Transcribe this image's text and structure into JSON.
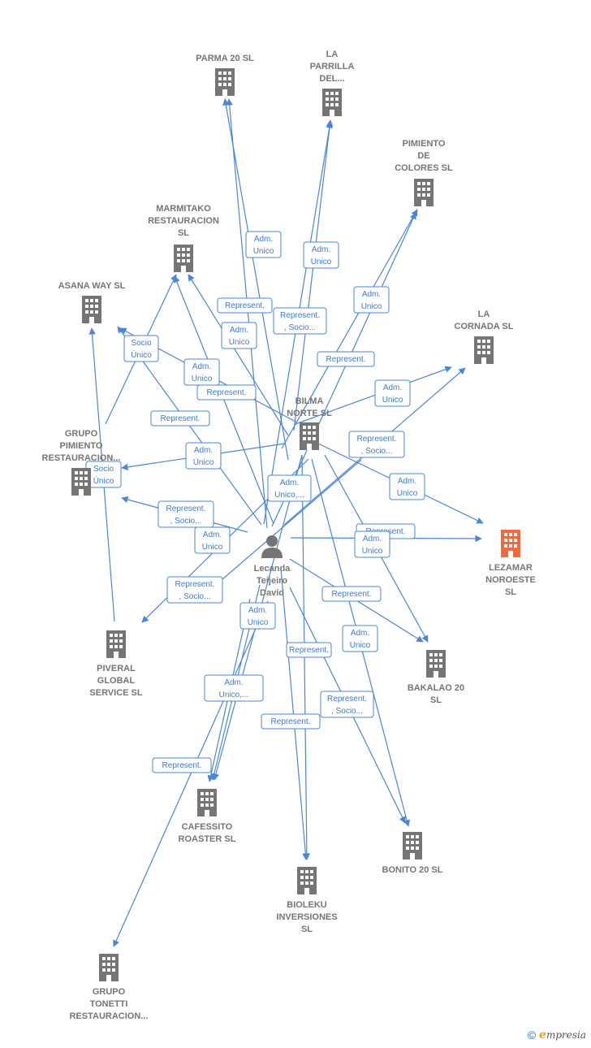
{
  "colors": {
    "node": "#757575",
    "highlight": "#f26a3b",
    "edge": "#4a86d4",
    "label": "#3f7acc"
  },
  "nodes": [
    {
      "id": "parma",
      "type": "company",
      "label": [
        "PARMA 20 SL"
      ]
    },
    {
      "id": "parrilla",
      "type": "company",
      "label": [
        "LA",
        "PARRILLA",
        "DEL..."
      ]
    },
    {
      "id": "pimiento",
      "type": "company",
      "label": [
        "PIMIENTO",
        "DE",
        "COLORES SL"
      ]
    },
    {
      "id": "marmitako",
      "type": "company",
      "label": [
        "MARMITAKO",
        "RESTAURACION",
        "SL"
      ]
    },
    {
      "id": "asana",
      "type": "company",
      "label": [
        "ASANA WAY SL"
      ]
    },
    {
      "id": "cornada",
      "type": "company",
      "label": [
        "LA",
        "CORNADA SL"
      ]
    },
    {
      "id": "bilma",
      "type": "company",
      "label": [
        "BILMA",
        "NORTE SL"
      ]
    },
    {
      "id": "grupo_pim",
      "type": "company",
      "label": [
        "GRUPO",
        "PIMIENTO",
        "RESTAURACION..."
      ]
    },
    {
      "id": "lezamar",
      "type": "company-highlight",
      "label": [
        "LEZAMAR",
        "NOROESTE",
        "SL"
      ]
    },
    {
      "id": "lecanda",
      "type": "person",
      "label": [
        "Lecanda",
        "Teijeiro",
        "David"
      ]
    },
    {
      "id": "piveral",
      "type": "company",
      "label": [
        "PIVERAL",
        "GLOBAL",
        "SERVICE SL"
      ]
    },
    {
      "id": "bakalao",
      "type": "company",
      "label": [
        "BAKALAO 20",
        "SL"
      ]
    },
    {
      "id": "cafessito",
      "type": "company",
      "label": [
        "CAFESSITO",
        "ROASTER SL"
      ]
    },
    {
      "id": "bonito",
      "type": "company",
      "label": [
        "BONITO 20 SL"
      ]
    },
    {
      "id": "bioleku",
      "type": "company",
      "label": [
        "BIOLEKU",
        "INVERSIONES",
        "SL"
      ]
    },
    {
      "id": "tonetti",
      "type": "company",
      "label": [
        "GRUPO",
        "TONETTI",
        "RESTAURACION..."
      ]
    }
  ],
  "edge_labels": [
    [
      "Adm.",
      "Unico"
    ],
    [
      "Adm.",
      "Unico"
    ],
    [
      "Adm.",
      "Unico"
    ],
    [
      "Represent."
    ],
    [
      "Represent.",
      ", Socio..."
    ],
    [
      "Socio",
      "Único"
    ],
    [
      "Adm.",
      "Unico"
    ],
    [
      "Adm.",
      "Unico"
    ],
    [
      "Represent."
    ],
    [
      "Adm.",
      "Unico"
    ],
    [
      "Represent."
    ],
    [
      "Represent."
    ],
    [
      "Adm.",
      "Unico"
    ],
    [
      "Represent.",
      ", Socio..."
    ],
    [
      "Socio",
      "Único"
    ],
    [
      "Adm.",
      "Unico,..."
    ],
    [
      "Adm.",
      "Unico"
    ],
    [
      "Represent.",
      ", Socio..."
    ],
    [
      "Adm.",
      "Unico"
    ],
    [
      "Represent."
    ],
    [
      "Adm.",
      "Unico"
    ],
    [
      "Represent.",
      ", Socio..."
    ],
    [
      "Represent."
    ],
    [
      "Adm.",
      "Unico"
    ],
    [
      "Adm.",
      "Unico"
    ],
    [
      "Represent."
    ],
    [
      "Adm.",
      "Unico,..."
    ],
    [
      "Represent.",
      ", Socio..."
    ],
    [
      "Represent."
    ],
    [
      "Represent."
    ]
  ],
  "footer": {
    "copyright": "©",
    "brand_initial": "e",
    "brand_rest": "mpresia"
  }
}
